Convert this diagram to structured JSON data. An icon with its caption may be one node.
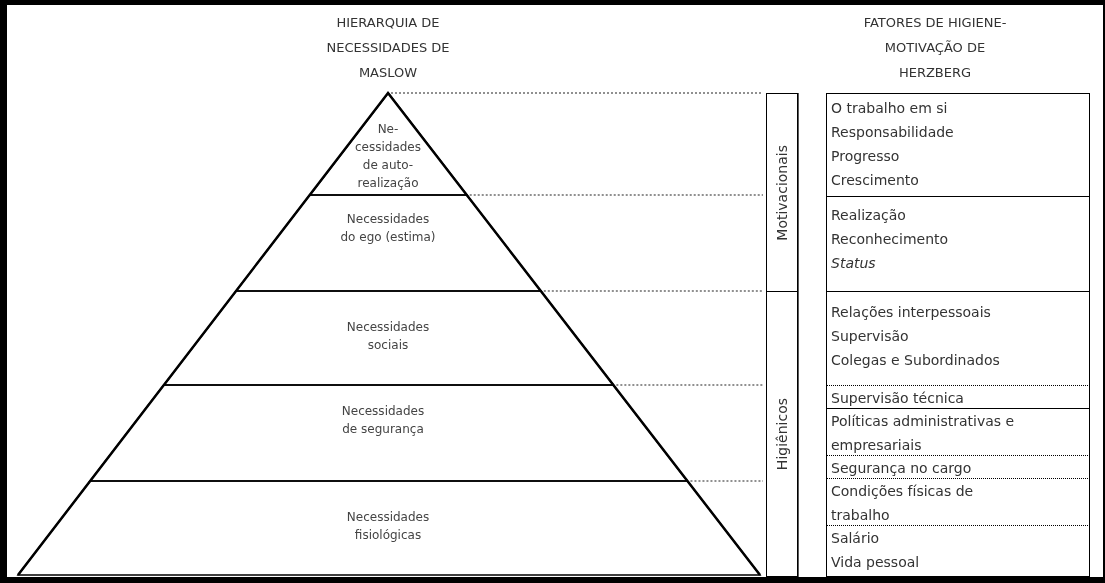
{
  "diagram": {
    "nodes": [
      {
        "text": [
          "Ne-cessidades de auto-realização"
        ]
      },
      {
        "text": [
          "Necessidades do ego (estima)"
        ]
      },
      {
        "text": [
          "Necessidades sociais"
        ]
      },
      {
        "text": [
          "Necessidades de segurança"
        ]
      },
      {
        "text": [
          "Necessidades fisiológicas"
        ]
      },
      {
        "text": [
          "Motivacionais"
        ]
      },
      {
        "text": [
          "O trabalho em si",
          "Responsabilidade",
          "Progresso",
          "Crescimento"
        ]
      },
      {
        "text": [
          "Realização",
          "Reconhecimento",
          "*Status*"
        ]
      },
      {
        "text": [
          "Higiênicos"
        ]
      },
      {
        "text": [
          "Relações interpessoais",
          "Supervisão",
          "Colegas e Subordinados"
        ]
      },
      {
        "text": [
          "Supervisão técnica"
        ]
      },
      {
        "text": [
          "Políticas administrativas e empresariais"
        ]
      },
      {
        "text": [
          "Segurança no cargo"
        ]
      },
      {
        "text": [
          "Condições físicas de trabalho"
        ]
      },
      {
        "text": [
          "Salário",
          "Vida pessoal"
        ]
      }
    ],
    "labels": [
      "HIERARQUIA DE NECESSIDADES DE MASLOW",
      "FATORES DE HIGIENE-MOTIVAÇÃO DE HERZBERG"
    ]
  }
}
